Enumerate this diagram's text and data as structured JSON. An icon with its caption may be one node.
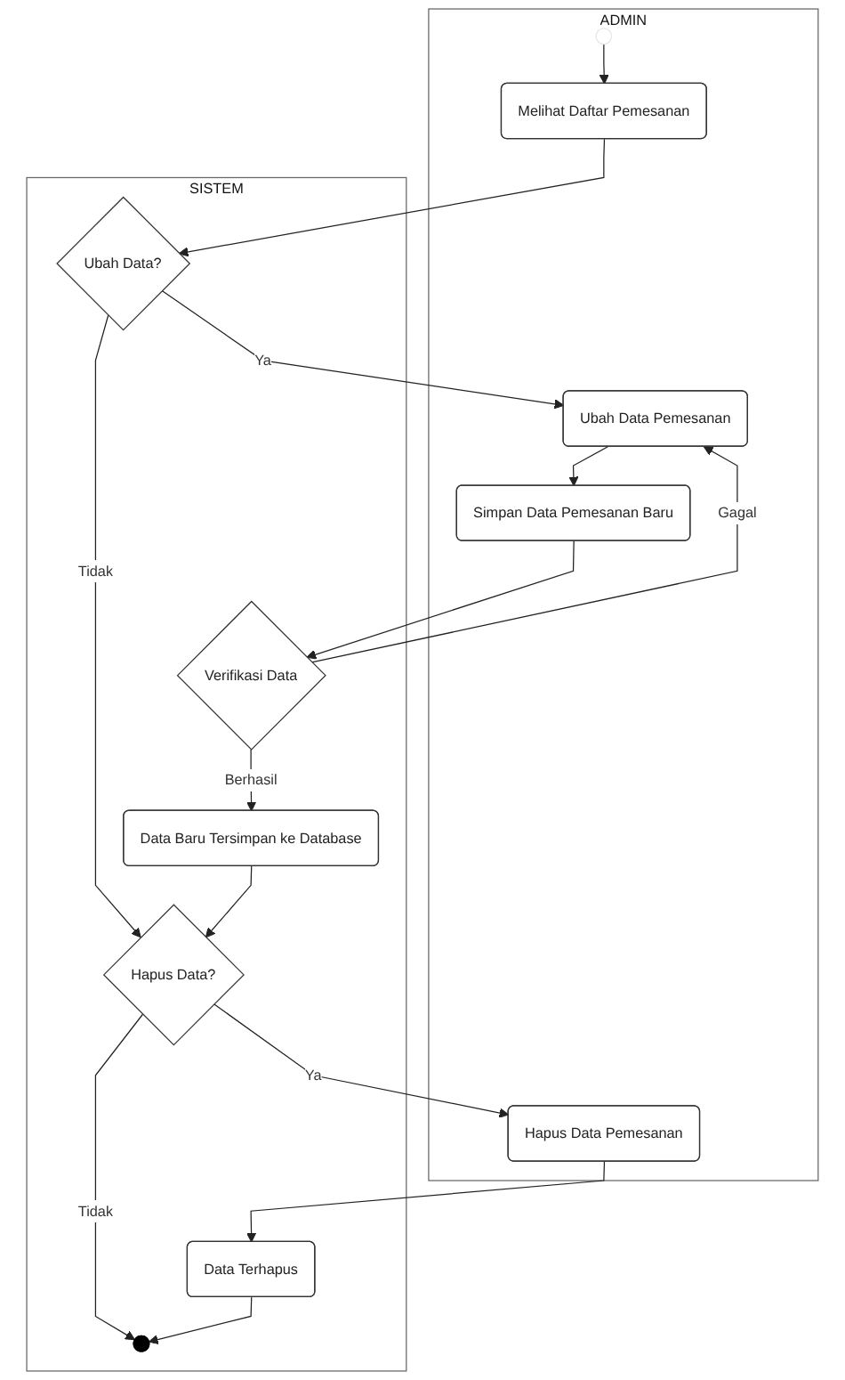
{
  "diagram": {
    "nodes": [
      {
        "text": [
          "ADMIN"
        ]
      },
      {
        "text": [
          "SISTEM"
        ]
      },
      {
        "text": [],
        "shape": "circle",
        "in": 0
      },
      {
        "text": [
          "Melihat Daftar Pemesanan"
        ],
        "in": 0
      },
      {
        "text": [
          "Ubah Data?"
        ],
        "in": 1
      },
      {
        "text": [
          "Ubah Data Pemesanan"
        ],
        "in": 0
      },
      {
        "text": [
          "Simpan Data Pemesanan Baru"
        ],
        "in": 0
      },
      {
        "text": [
          "Verifikasi Data"
        ],
        "in": 1
      },
      {
        "text": [
          "Data Baru Tersimpan ke Database"
        ],
        "in": 1
      },
      {
        "text": [
          "Hapus Data?"
        ],
        "in": 1
      },
      {
        "text": [
          "Hapus Data Pemesanan"
        ],
        "in": 0
      },
      {
        "text": [
          "Data Terhapus"
        ],
        "in": 1
      },
      {
        "text": [],
        "shape": "circle",
        "in": 1
      }
    ],
    "edges": [
      {
        "from": 2,
        "to": 3,
        "arrow": "to"
      },
      {
        "from": 3,
        "to": 4,
        "arrow": "to"
      },
      {
        "from": 4,
        "to": 5,
        "label": "Ya",
        "arrow": "to"
      },
      {
        "from": 4,
        "to": 9,
        "label": "Tidak",
        "arrow": "to"
      },
      {
        "from": 5,
        "to": 6,
        "arrow": "to"
      },
      {
        "from": 6,
        "to": 7,
        "arrow": "to"
      },
      {
        "from": 7,
        "to": 5,
        "label": "Gagal",
        "arrow": "to"
      },
      {
        "from": 7,
        "to": 8,
        "label": "Berhasil",
        "arrow": "to"
      },
      {
        "from": 8,
        "to": 9,
        "arrow": "to"
      },
      {
        "from": 9,
        "to": 10,
        "label": "Ya",
        "arrow": "to"
      },
      {
        "from": 9,
        "to": 12,
        "label": "Tidak",
        "arrow": "to"
      },
      {
        "from": 10,
        "to": 11,
        "arrow": "to"
      },
      {
        "from": 11,
        "to": 12,
        "arrow": "to"
      }
    ]
  }
}
